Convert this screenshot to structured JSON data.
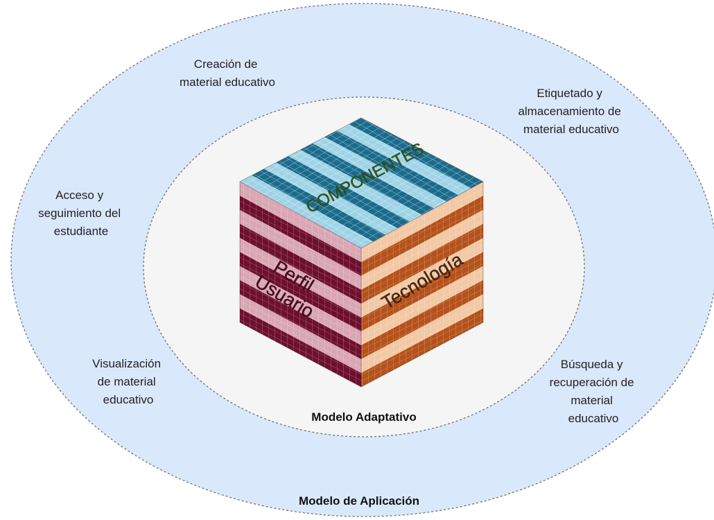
{
  "outer_label": "Modelo de Aplicación",
  "inner_label": "Modelo Adaptativo",
  "outer_items": [
    [
      "Creación de",
      "material educativo"
    ],
    [
      "Etiquetado y",
      "almacenamiento de",
      "material educativo"
    ],
    [
      "Acceso y",
      "seguimiento del",
      "estudiante"
    ],
    [
      "Visualización",
      "de material",
      "educativo"
    ],
    [
      "Búsqueda y",
      "recuperación de",
      "material",
      "educativo"
    ]
  ],
  "cube": {
    "top": "COMPONENTES",
    "left": [
      "Perfil",
      "Usuario"
    ],
    "right": "Tecnología"
  },
  "colors": {
    "outer_fill": "#dae8fc",
    "inner_fill": "#f5f5f5",
    "top_light": "#9fd4e6",
    "top_dark": "#1a6b8c",
    "left_light": "#d9a6b4",
    "left_dark": "#6d0f2e",
    "right_light": "#f2c8a5",
    "right_dark": "#b5521b"
  }
}
